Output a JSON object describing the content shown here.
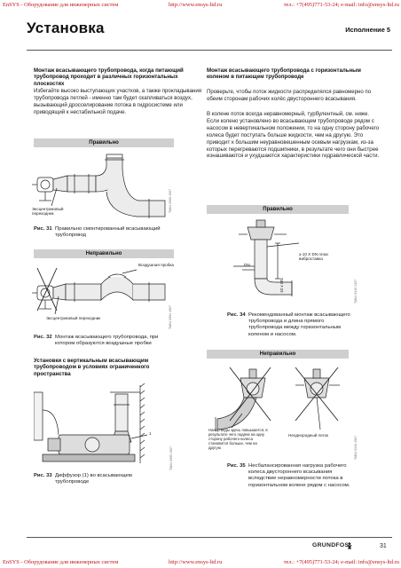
{
  "header_bar": {
    "company": "EnSYS - Оборудование для инженерных систем",
    "site": "http://www.ensys-ltd.ru",
    "contact": "тел.: +7(495)771-53-24; e-mail: info@ensys-ltd.ru"
  },
  "footer_bar": {
    "company": "EnSYS - Оборудование для инженерных систем",
    "site": "http://www.ensys-ltd.ru",
    "contact": "тел.: +7(495)771-53-24; e-mail: info@ensys-ltd.ru"
  },
  "page": {
    "title": "Установка",
    "edition": "Исполнение 5",
    "number": "31",
    "brand": "GRUNDFOS"
  },
  "left": {
    "heading1": "Монтаж всасывающего трубопровода, когда питающий трубопровод проходит в различных горизонтальных плоскостях",
    "para1": "Избегайте высоко выступающих участков, а также прокладывания трубопровода петлей - именно там будет скапливаться воздух, вызывающий дросселирование потока в гидросистеме или приводящий к нестабильной подаче.",
    "banner_ok": "Правильно",
    "fig31_label": "Эксцентриковый переходник",
    "fig31_code": "TM04 0956 4907",
    "fig31_num": "Рис. 31",
    "fig31_caption": "Правильно смонтированный всасывающий трубопровод",
    "banner_bad": "Неправильно",
    "fig32_label_air": "Воздушная пробка",
    "fig32_label_ecc": "Эксцентриковый переходник",
    "fig32_code": "TM04 0994 4907",
    "fig32_num": "Рис. 32",
    "fig32_caption": "Монтаж всасывающего трубопровода, при котором образуются воздушные пробки",
    "heading2": "Установки с вертикальным всасывающим трубопроводом в условиях ограниченного пространства",
    "fig33_code": "TM04 0995 4907",
    "fig33_callout": "1",
    "fig33_num": "Рис. 33",
    "fig33_caption": "Диффузор (1) во всасывающем трубопроводе"
  },
  "right": {
    "heading1": "Монтаж всасывающего трубопровода с горизонтальным коленом в питающем трубопроводе",
    "para1": "Проверьте, чтобы поток жидкости распределялся равномерно по обеим сторонам рабочих колёс двустороннего всасывания.",
    "para2": "В колене поток всегда неравномерный, турбулентный, см. ниже. Если колено установлено во всасывающем трубопроводе рядом с насосом в невертикальном положении, то на одну сторону рабочего колеса будет поступать больше жидкости, чем на другую. Это приводит к большим неуравновешенным осевым нагрузкам, из-за которых перегреваются подшипники, в результате чего они быстрее изнашиваются и ухудшаются характеристики гидравлической части.",
    "banner_ok": "Правильно",
    "fig34_label_rule": "≥ 10 X DN плюс виброставка",
    "fig34_label_dn": "DN",
    "fig34_label_10dn": "10 x DN",
    "fig34_code": "TM04 0319 4307",
    "fig34_num": "Рис. 34",
    "fig34_caption": "Рекомендованный монтаж всасывающего трубопровода и длина прямого трубопровода между горизонтальным коленом и насосом.",
    "banner_bad": "Неправильно",
    "fig35_label_head": "Напор воды здесь повышается, в результате чего подача на одну сторону рабочего колеса становится больше, чем на другую",
    "fig35_label_flow": "Неоднородный поток",
    "fig35_code": "TM04 0340 4907",
    "fig35_num": "Рис. 35",
    "fig35_caption": "Несбалансированная нагрузка рабочего колеса двустороннего всасывания вследствие неравномерности потока в горизонтальном колене рядом с насосом."
  }
}
